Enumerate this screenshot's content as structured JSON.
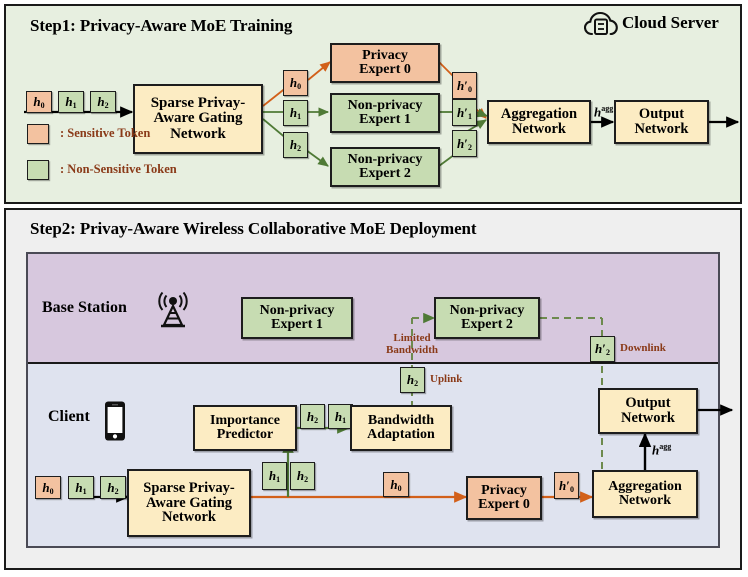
{
  "colors": {
    "step1_bg": "#e7efe0",
    "step2_bg": "#efefef",
    "base_station_bg": "#d7c8de",
    "client_bg": "#dfe3ef",
    "cream_box": "#fcecc3",
    "green_box": "#c7dcb2",
    "orange_box": "#f3c2a0",
    "annotation_text": "#8a3a18",
    "orange_arrow": "#d2601a",
    "green_arrow": "#4f7a36",
    "black_arrow": "#000000"
  },
  "step1": {
    "title": "Step1: Privacy-Aware MoE Training",
    "cloud_label": "Cloud Server",
    "cloud_icon": "cloud-server-icon",
    "input_tokens": [
      {
        "base": "h",
        "sub": "0",
        "kind": "orange"
      },
      {
        "base": "h",
        "sub": "1",
        "kind": "green"
      },
      {
        "base": "h",
        "sub": "2",
        "kind": "green"
      }
    ],
    "gating_box": [
      "Sparse Privay-",
      "Aware Gating",
      "Network"
    ],
    "routed_tokens": [
      {
        "base": "h",
        "sub": "0",
        "kind": "orange"
      },
      {
        "base": "h",
        "sub": "1",
        "kind": "green"
      },
      {
        "base": "h",
        "sub": "2",
        "kind": "green"
      }
    ],
    "experts": [
      {
        "lines": [
          "Privacy",
          "Expert 0"
        ],
        "kind": "orange"
      },
      {
        "lines": [
          "Non-privacy",
          "Expert 1"
        ],
        "kind": "green"
      },
      {
        "lines": [
          "Non-privacy",
          "Expert 2"
        ],
        "kind": "green"
      }
    ],
    "expert_outputs": [
      {
        "base": "h",
        "prime": "′",
        "sub": "0",
        "kind": "orange"
      },
      {
        "base": "h",
        "prime": "′",
        "sub": "1",
        "kind": "green"
      },
      {
        "base": "h",
        "prime": "′",
        "sub": "2",
        "kind": "green"
      }
    ],
    "aggregation_box": [
      "Aggregation",
      "Network"
    ],
    "agg_output_label": "h",
    "agg_output_sup": "agg",
    "output_box": [
      "Output",
      "Network"
    ],
    "legend": [
      {
        "kind": "orange",
        "text": ": Sensitive Token"
      },
      {
        "kind": "green",
        "text": ": Non-Sensitive Token"
      }
    ]
  },
  "step2": {
    "title": "Step2: Privay-Aware Wireless Collaborative MoE Deployment",
    "base_station": {
      "label": "Base Station",
      "icon": "base-station-antenna-icon",
      "experts": [
        {
          "lines": [
            "Non-privacy",
            "Expert 1"
          ],
          "kind": "green"
        },
        {
          "lines": [
            "Non-privacy",
            "Expert 2"
          ],
          "kind": "green"
        }
      ],
      "limited_bandwidth": [
        "Limited",
        "Bandwidth"
      ],
      "downlink_label": "Downlink",
      "downlink_token": {
        "base": "h",
        "prime": "′",
        "sub": "2",
        "kind": "green"
      }
    },
    "client": {
      "label": "Client",
      "icon": "mobile-phone-icon",
      "uplink_label": "Uplink",
      "uplink_token": {
        "base": "h",
        "sub": "2",
        "kind": "green"
      },
      "input_tokens": [
        {
          "base": "h",
          "sub": "0",
          "kind": "orange"
        },
        {
          "base": "h",
          "sub": "1",
          "kind": "green"
        },
        {
          "base": "h",
          "sub": "2",
          "kind": "green"
        }
      ],
      "gating_box": [
        "Sparse Privay-",
        "Aware Gating",
        "Network"
      ],
      "gating_out_tokens": [
        {
          "base": "h",
          "sub": "1",
          "kind": "green"
        },
        {
          "base": "h",
          "sub": "2",
          "kind": "green"
        }
      ],
      "importance_box": [
        "Importance",
        "Predictor"
      ],
      "predictor_out_tokens": [
        {
          "base": "h",
          "sub": "2",
          "kind": "green"
        },
        {
          "base": "h",
          "sub": "1",
          "kind": "green"
        }
      ],
      "bandwidth_box": [
        "Bandwidth",
        "Adaptation"
      ],
      "privacy_route_token": {
        "base": "h",
        "sub": "0",
        "kind": "orange"
      },
      "privacy_expert_box": [
        "Privacy",
        "Expert 0"
      ],
      "privacy_out_token": {
        "base": "h",
        "prime": "′",
        "sub": "0",
        "kind": "orange"
      },
      "aggregation_box": [
        "Aggregation",
        "Network"
      ],
      "agg_output_label": "h",
      "agg_output_sup": "agg",
      "output_box": [
        "Output",
        "Network"
      ]
    }
  }
}
